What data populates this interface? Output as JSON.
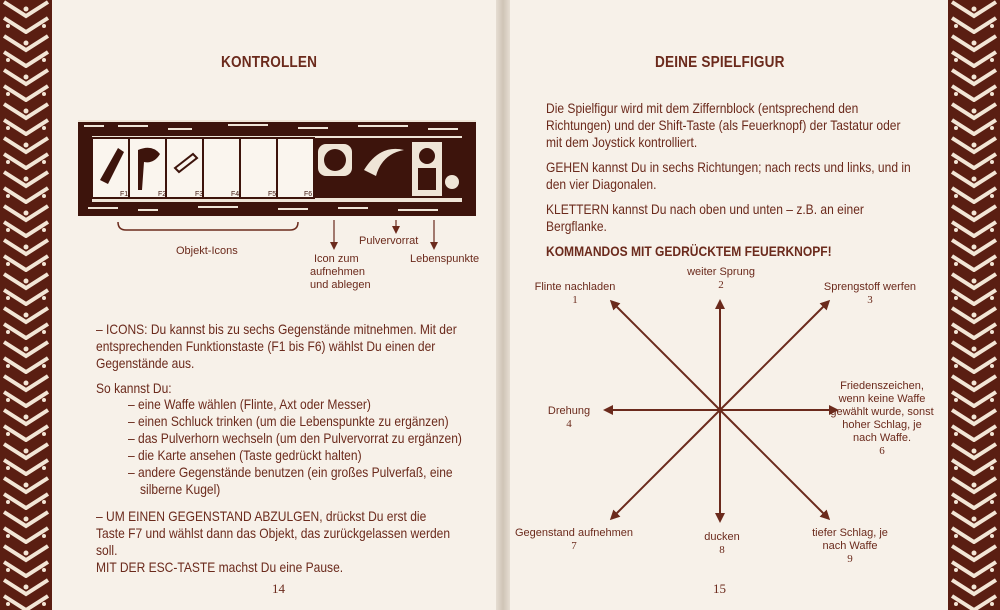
{
  "left": {
    "title": "KONTROLLEN",
    "labels": {
      "objekt_icons": "Objekt-Icons",
      "pulvervorrat": "Pulvervorrat",
      "icon_zum": "Icon zum",
      "aufnehmen": "aufnehmen",
      "und_ablegen": "und ablegen",
      "lebenspunkte": "Lebenspunkte"
    },
    "slot_keys": [
      "F1",
      "F2",
      "F3",
      "F4",
      "F5",
      "F6"
    ],
    "paragraphs": {
      "icons_1": "– ICONS: Du kannst bis zu sechs Gegenstände mitnehmen. Mit der",
      "icons_2": "entsprechenden Funktionstaste (F1 bis F6) wählst Du einen der",
      "icons_3": "Gegenstände aus.",
      "so_kannst": "So kannst Du:",
      "list_1": "– eine Waffe wählen (Flinte, Axt oder Messer)",
      "list_2": "– einen Schluck trinken (um die Lebenspunkte zu ergänzen)",
      "list_3": "– das Pulverhorn wechseln (um den Pulvervorrat zu ergänzen)",
      "list_4": "– die Karte ansehen (Taste gedrückt halten)",
      "list_5a": "– andere Gegenstände benutzen (ein großes Pulverfaß, eine",
      "list_5b": "silberne Kugel)",
      "abzulegen_1": "– UM EINEN GEGENSTAND ABZULGEN, drückst Du erst die",
      "abzulegen_2": "Taste F7 und wählst dann das Objekt, das zurückgelassen werden",
      "abzulegen_3": "soll.",
      "esc": "MIT DER ESC-TASTE machst Du eine Pause."
    },
    "page_number": "14"
  },
  "right": {
    "title": "DEINE SPIELFIGUR",
    "para1_1": "Die Spielfigur wird mit dem Ziffernblock (entsprechend den",
    "para1_2": "Richtungen) und der Shift-Taste (als Feuerknopf) der Tastatur oder",
    "para1_3": "mit dem Joystick kontrolliert.",
    "para2_1": "GEHEN kannst Du in sechs Richtungen; nach rects und links, und in",
    "para2_2": "den vier Diagonalen.",
    "para3_1": "KLETTERN kannst Du nach oben und unten – z.B. an einer",
    "para3_2": "Bergflanke.",
    "kommandos": "KOMMANDOS MIT GEDRÜCKTEM FEUERKNOPF!",
    "directions": {
      "d1_label": "Flinte nachladen",
      "d1_num": "1",
      "d2_label": "weiter Sprung",
      "d2_num": "2",
      "d3_label": "Sprengstoff werfen",
      "d3_num": "3",
      "d4_label": "Drehung",
      "d4_num": "4",
      "d6_l1": "Friedenszeichen,",
      "d6_l2": "wenn keine Waffe",
      "d6_l3": "gewählt wurde, sonst",
      "d6_l4": "hoher Schlag, je",
      "d6_l5": "nach Waffe.",
      "d6_num": "6",
      "d7_label": "Gegenstand aufnehmen",
      "d7_num": "7",
      "d8_label": "ducken",
      "d8_num": "8",
      "d9_l1": "tiefer Schlag, je",
      "d9_l2": "nach Waffe",
      "d9_num": "9"
    },
    "page_number": "15"
  },
  "colors": {
    "ink": "#6b2a1c",
    "paper": "#f7f1e9",
    "border": "#5a1e12"
  }
}
